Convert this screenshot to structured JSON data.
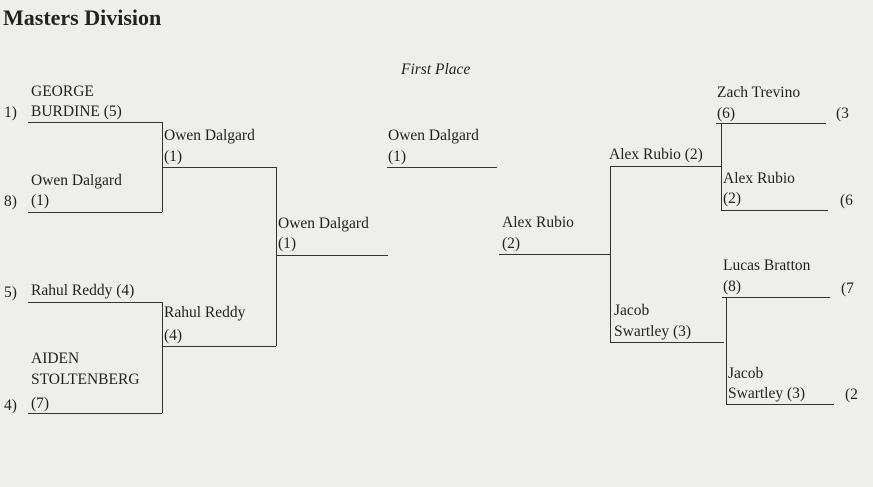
{
  "title": "Masters Division",
  "first_place_label": "First Place",
  "left": {
    "round1": [
      {
        "seed": "1)",
        "line1": "GEORGE",
        "line2": "BURDINE (5)"
      },
      {
        "seed": "8)",
        "line1": "Owen Dalgard",
        "line2": "(1)"
      },
      {
        "seed": "5)",
        "line1": "Rahul Reddy (4)",
        "line2": ""
      },
      {
        "seed": "4)",
        "line1": "AIDEN",
        "line2": "STOLTENBERG",
        "line3": "(7)"
      }
    ],
    "round2": [
      {
        "line1": "Owen Dalgard",
        "line2": "(1)"
      },
      {
        "line1": "Rahul Reddy",
        "line2": "(4)"
      }
    ],
    "final": {
      "line1": "Owen Dalgard",
      "line2": "(1)"
    }
  },
  "champion": {
    "line1": "Owen Dalgard",
    "line2": "(1)"
  },
  "right": {
    "round1": [
      {
        "seed": "(3",
        "line1": "Zach Trevino",
        "line2": "(6)"
      },
      {
        "seed": "(6",
        "line1": "Alex Rubio",
        "line2": "(2)"
      },
      {
        "seed": "(7",
        "line1": "Lucas Bratton",
        "line2": "(8)"
      },
      {
        "seed": "(2",
        "line1": "Jacob",
        "line2": "Swartley (3)"
      }
    ],
    "round2": [
      {
        "line1": "Alex Rubio (2)",
        "line2": ""
      },
      {
        "line1": "Jacob",
        "line2": "Swartley (3)"
      }
    ],
    "final": {
      "line1": "Alex Rubio",
      "line2": "(2)"
    }
  }
}
